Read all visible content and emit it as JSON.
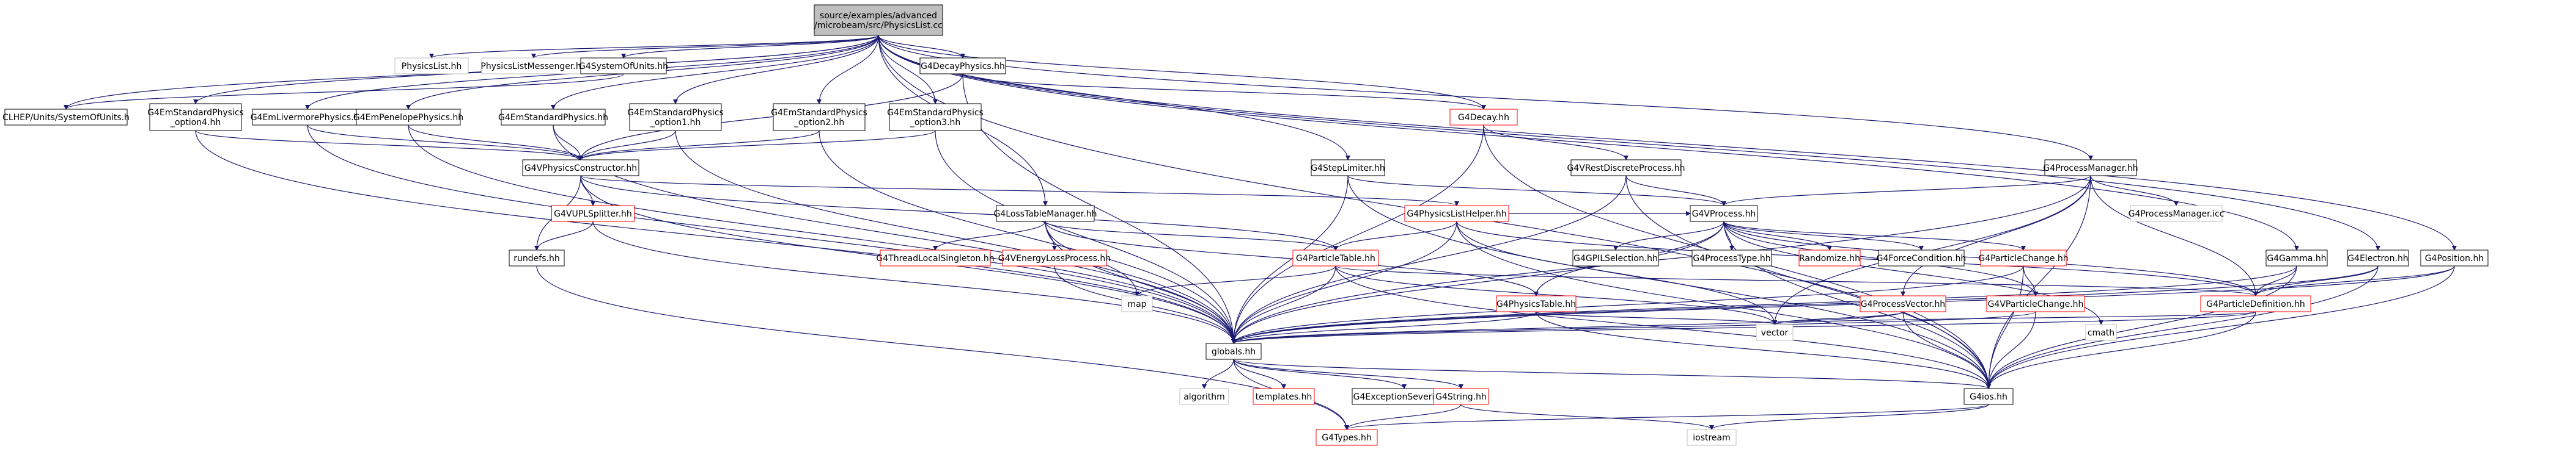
{
  "nodes": [
    {
      "id": "root",
      "lines": [
        "source/examples/advanced",
        "/microbeam/src/PhysicsList.cc"
      ],
      "style": "root"
    },
    {
      "id": "physicslist_hh",
      "lines": [
        "PhysicsList.hh"
      ],
      "style": "gray"
    },
    {
      "id": "physicslistmessenger_hh",
      "lines": [
        "PhysicsListMessenger.hh"
      ],
      "style": "gray"
    },
    {
      "id": "g4systemofunits_hh",
      "lines": [
        "G4SystemOfUnits.hh"
      ],
      "style": "black"
    },
    {
      "id": "g4decayphysics_hh",
      "lines": [
        "G4DecayPhysics.hh"
      ],
      "style": "black"
    },
    {
      "id": "clhep_units_hh",
      "lines": [
        "CLHEP/Units/SystemOfUnits.h"
      ],
      "style": "black"
    },
    {
      "id": "g4emstandard_opt4",
      "lines": [
        "G4EmStandardPhysics",
        "_option4.hh"
      ],
      "style": "black"
    },
    {
      "id": "g4emlivermore",
      "lines": [
        "G4EmLivermorePhysics.hh"
      ],
      "style": "black"
    },
    {
      "id": "g4empenelope",
      "lines": [
        "G4EmPenelopePhysics.hh"
      ],
      "style": "black"
    },
    {
      "id": "g4emstandard",
      "lines": [
        "G4EmStandardPhysics.hh"
      ],
      "style": "black"
    },
    {
      "id": "g4emstandard_opt1",
      "lines": [
        "G4EmStandardPhysics",
        "_option1.hh"
      ],
      "style": "black"
    },
    {
      "id": "g4emstandard_opt2",
      "lines": [
        "G4EmStandardPhysics",
        "_option2.hh"
      ],
      "style": "black"
    },
    {
      "id": "g4emstandard_opt3",
      "lines": [
        "G4EmStandardPhysics",
        "_option3.hh"
      ],
      "style": "black"
    },
    {
      "id": "g4decay_hh",
      "lines": [
        "G4Decay.hh"
      ],
      "style": "red"
    },
    {
      "id": "g4vphysicsconstructor",
      "lines": [
        "G4VPhysicsConstructor.hh"
      ],
      "style": "black"
    },
    {
      "id": "g4steplimiter",
      "lines": [
        "G4StepLimiter.hh"
      ],
      "style": "black"
    },
    {
      "id": "g4vrestdiscreteprocess",
      "lines": [
        "G4VRestDiscreteProcess.hh"
      ],
      "style": "black"
    },
    {
      "id": "g4processmanager_hh",
      "lines": [
        "G4ProcessManager.hh"
      ],
      "style": "black"
    },
    {
      "id": "g4processmanager_icc",
      "lines": [
        "G4ProcessManager.icc"
      ],
      "style": "gray"
    },
    {
      "id": "g4vuplsplitter",
      "lines": [
        "G4VUPLSplitter.hh"
      ],
      "style": "red"
    },
    {
      "id": "g4losstablemanager",
      "lines": [
        "G4LossTableManager.hh"
      ],
      "style": "black"
    },
    {
      "id": "g4physicslisthelper",
      "lines": [
        "G4PhysicsListHelper.hh"
      ],
      "style": "red"
    },
    {
      "id": "g4vprocess",
      "lines": [
        "G4VProcess.hh"
      ],
      "style": "black"
    },
    {
      "id": "rundefs",
      "lines": [
        "rundefs.hh"
      ],
      "style": "black"
    },
    {
      "id": "g4threadlocalsingleton",
      "lines": [
        "G4ThreadLocalSingleton.hh"
      ],
      "style": "red"
    },
    {
      "id": "g4venergylossprocess",
      "lines": [
        "G4VEnergyLossProcess.hh"
      ],
      "style": "red"
    },
    {
      "id": "g4particletable",
      "lines": [
        "G4ParticleTable.hh"
      ],
      "style": "red"
    },
    {
      "id": "g4gplselection",
      "lines": [
        "G4GPILSelection.hh"
      ],
      "style": "black"
    },
    {
      "id": "g4processtype",
      "lines": [
        "G4ProcessType.hh"
      ],
      "style": "black"
    },
    {
      "id": "randomize",
      "lines": [
        "Randomize.hh"
      ],
      "style": "red"
    },
    {
      "id": "g4forcecondition",
      "lines": [
        "G4ForceCondition.hh"
      ],
      "style": "black"
    },
    {
      "id": "g4particlechange",
      "lines": [
        "G4ParticleChange.hh"
      ],
      "style": "red"
    },
    {
      "id": "g4gamma",
      "lines": [
        "G4Gamma.hh"
      ],
      "style": "black"
    },
    {
      "id": "g4electron",
      "lines": [
        "G4Electron.hh"
      ],
      "style": "black"
    },
    {
      "id": "g4positron",
      "lines": [
        "G4Position.hh"
      ],
      "style": "black"
    },
    {
      "id": "map",
      "lines": [
        "map"
      ],
      "style": "gray"
    },
    {
      "id": "g4physicstable",
      "lines": [
        "G4PhysicsTable.hh"
      ],
      "style": "red"
    },
    {
      "id": "g4processvector",
      "lines": [
        "G4ProcessVector.hh"
      ],
      "style": "red"
    },
    {
      "id": "g4vparticlechange",
      "lines": [
        "G4VParticleChange.hh"
      ],
      "style": "red"
    },
    {
      "id": "g4particledefinition",
      "lines": [
        "G4ParticleDefinition.hh"
      ],
      "style": "red"
    },
    {
      "id": "vector",
      "lines": [
        "vector"
      ],
      "style": "gray"
    },
    {
      "id": "cmath",
      "lines": [
        "cmath"
      ],
      "style": "gray"
    },
    {
      "id": "globals",
      "lines": [
        "globals.hh"
      ],
      "style": "black"
    },
    {
      "id": "algorithm",
      "lines": [
        "algorithm"
      ],
      "style": "gray"
    },
    {
      "id": "templates",
      "lines": [
        "templates.hh"
      ],
      "style": "red"
    },
    {
      "id": "g4exceptionseverity",
      "lines": [
        "G4ExceptionSeverity.hh"
      ],
      "style": "black"
    },
    {
      "id": "g4string",
      "lines": [
        "G4String.hh"
      ],
      "style": "red"
    },
    {
      "id": "g4ios",
      "lines": [
        "G4ios.hh"
      ],
      "style": "black"
    },
    {
      "id": "iostream",
      "lines": [
        "iostream"
      ],
      "style": "gray"
    },
    {
      "id": "g4types",
      "lines": [
        "G4Types.hh"
      ],
      "style": "red"
    }
  ],
  "edges": [
    [
      "root",
      "physicslist_hh"
    ],
    [
      "root",
      "physicslistmessenger_hh"
    ],
    [
      "root",
      "g4systemofunits_hh"
    ],
    [
      "root",
      "g4decayphysics_hh"
    ],
    [
      "root",
      "clhep_units_hh"
    ],
    [
      "root",
      "g4emstandard_opt4"
    ],
    [
      "root",
      "g4emlivermore"
    ],
    [
      "root",
      "g4empenelope"
    ],
    [
      "root",
      "g4emstandard"
    ],
    [
      "root",
      "g4emstandard_opt1"
    ],
    [
      "root",
      "g4emstandard_opt2"
    ],
    [
      "root",
      "g4emstandard_opt3"
    ],
    [
      "root",
      "g4decay_hh"
    ],
    [
      "root",
      "g4steplimiter"
    ],
    [
      "root",
      "g4losstablemanager"
    ],
    [
      "root",
      "g4processmanager_hh"
    ],
    [
      "root",
      "g4gamma"
    ],
    [
      "root",
      "g4electron"
    ],
    [
      "root",
      "g4positron"
    ],
    [
      "root",
      "g4ios"
    ],
    [
      "g4systemofunits_hh",
      "clhep_units_hh"
    ],
    [
      "g4decayphysics_hh",
      "g4vphysicsconstructor"
    ],
    [
      "g4decayphysics_hh",
      "globals"
    ],
    [
      "g4decayphysics_hh",
      "g4decay_hh"
    ],
    [
      "g4emstandard_opt4",
      "g4vphysicsconstructor"
    ],
    [
      "g4emstandard_opt4",
      "globals"
    ],
    [
      "g4emlivermore",
      "g4vphysicsconstructor"
    ],
    [
      "g4emlivermore",
      "globals"
    ],
    [
      "g4empenelope",
      "g4vphysicsconstructor"
    ],
    [
      "g4empenelope",
      "globals"
    ],
    [
      "g4emstandard",
      "g4vphysicsconstructor"
    ],
    [
      "g4emstandard",
      "globals"
    ],
    [
      "g4emstandard_opt1",
      "g4vphysicsconstructor"
    ],
    [
      "g4emstandard_opt1",
      "globals"
    ],
    [
      "g4emstandard_opt2",
      "g4vphysicsconstructor"
    ],
    [
      "g4emstandard_opt2",
      "globals"
    ],
    [
      "g4emstandard_opt3",
      "g4vphysicsconstructor"
    ],
    [
      "g4emstandard_opt3",
      "globals"
    ],
    [
      "g4decay_hh",
      "g4vrestdiscreteprocess"
    ],
    [
      "g4decay_hh",
      "globals"
    ],
    [
      "g4decay_hh",
      "g4ios"
    ],
    [
      "g4vphysicsconstructor",
      "g4vuplsplitter"
    ],
    [
      "g4vphysicsconstructor",
      "rundefs"
    ],
    [
      "g4vphysicsconstructor",
      "globals"
    ],
    [
      "g4vphysicsconstructor",
      "g4physicslisthelper"
    ],
    [
      "g4vphysicsconstructor",
      "g4particletable"
    ],
    [
      "g4steplimiter",
      "g4vprocess"
    ],
    [
      "g4steplimiter",
      "globals"
    ],
    [
      "g4steplimiter",
      "g4ios"
    ],
    [
      "g4vrestdiscreteprocess",
      "g4vprocess"
    ],
    [
      "g4vrestdiscreteprocess",
      "globals"
    ],
    [
      "g4vrestdiscreteprocess",
      "g4ios"
    ],
    [
      "g4processmanager_hh",
      "g4processmanager_icc"
    ],
    [
      "g4processmanager_hh",
      "g4vprocess"
    ],
    [
      "g4processmanager_hh",
      "g4processvector"
    ],
    [
      "g4processmanager_hh",
      "globals"
    ],
    [
      "g4processmanager_hh",
      "g4ios"
    ],
    [
      "g4processmanager_hh",
      "vector"
    ],
    [
      "g4processmanager_hh",
      "g4particledefinition"
    ],
    [
      "g4vuplsplitter",
      "rundefs"
    ],
    [
      "g4vuplsplitter",
      "globals"
    ],
    [
      "g4losstablemanager",
      "g4threadlocalsingleton"
    ],
    [
      "g4losstablemanager",
      "g4venergylossprocess"
    ],
    [
      "g4losstablemanager",
      "g4particletable"
    ],
    [
      "g4losstablemanager",
      "map"
    ],
    [
      "g4losstablemanager",
      "globals"
    ],
    [
      "g4losstablemanager",
      "g4physicstable"
    ],
    [
      "g4physicslisthelper",
      "g4particletable"
    ],
    [
      "g4physicslisthelper",
      "g4vprocess"
    ],
    [
      "g4physicslisthelper",
      "globals"
    ],
    [
      "g4physicslisthelper",
      "g4ios"
    ],
    [
      "g4physicslisthelper",
      "vector"
    ],
    [
      "g4physicslisthelper",
      "g4particledefinition"
    ],
    [
      "g4vprocess",
      "g4gplselection"
    ],
    [
      "g4vprocess",
      "g4processtype"
    ],
    [
      "g4vprocess",
      "randomize"
    ],
    [
      "g4vprocess",
      "g4forcecondition"
    ],
    [
      "g4vprocess",
      "g4particlechange"
    ],
    [
      "g4vprocess",
      "g4physicstable"
    ],
    [
      "g4vprocess",
      "g4vparticlechange"
    ],
    [
      "g4vprocess",
      "globals"
    ],
    [
      "g4vprocess",
      "g4ios"
    ],
    [
      "g4vprocess",
      "cmath"
    ],
    [
      "g4vprocess",
      "g4particledefinition"
    ],
    [
      "rundefs",
      "g4types"
    ],
    [
      "g4venergylossprocess",
      "globals"
    ],
    [
      "g4particletable",
      "map"
    ],
    [
      "g4particletable",
      "globals"
    ],
    [
      "g4particletable",
      "g4ios"
    ],
    [
      "g4particletable",
      "g4particledefinition"
    ],
    [
      "g4particletable",
      "vector"
    ],
    [
      "g4particlechange",
      "g4vparticlechange"
    ],
    [
      "g4particlechange",
      "globals"
    ],
    [
      "g4particlechange",
      "g4ios"
    ],
    [
      "g4gamma",
      "g4particledefinition"
    ],
    [
      "g4gamma",
      "globals"
    ],
    [
      "g4gamma",
      "g4ios"
    ],
    [
      "g4electron",
      "g4particledefinition"
    ],
    [
      "g4electron",
      "globals"
    ],
    [
      "g4electron",
      "g4ios"
    ],
    [
      "g4positron",
      "g4particledefinition"
    ],
    [
      "g4positron",
      "globals"
    ],
    [
      "g4positron",
      "g4ios"
    ],
    [
      "g4physicstable",
      "vector"
    ],
    [
      "g4physicstable",
      "globals"
    ],
    [
      "g4physicstable",
      "g4ios"
    ],
    [
      "g4processvector",
      "globals"
    ],
    [
      "g4processvector",
      "vector"
    ],
    [
      "g4processvector",
      "g4ios"
    ],
    [
      "g4vparticlechange",
      "globals"
    ],
    [
      "g4vparticlechange",
      "g4ios"
    ],
    [
      "g4particledefinition",
      "globals"
    ],
    [
      "g4particledefinition",
      "vector"
    ],
    [
      "g4particledefinition",
      "g4ios"
    ],
    [
      "globals",
      "algorithm"
    ],
    [
      "globals",
      "templates"
    ],
    [
      "globals",
      "g4exceptionseverity"
    ],
    [
      "globals",
      "g4string"
    ],
    [
      "globals",
      "g4ios"
    ],
    [
      "globals",
      "g4types"
    ],
    [
      "g4string",
      "g4types"
    ],
    [
      "g4string",
      "iostream"
    ],
    [
      "g4ios",
      "iostream"
    ],
    [
      "g4ios",
      "g4types"
    ]
  ],
  "colors": {
    "black": "#000000",
    "red": "#ff0000",
    "gray": "#bfbfbf",
    "root_fill": "#bfbfbf",
    "edge": "#191970",
    "text": "#000000"
  }
}
